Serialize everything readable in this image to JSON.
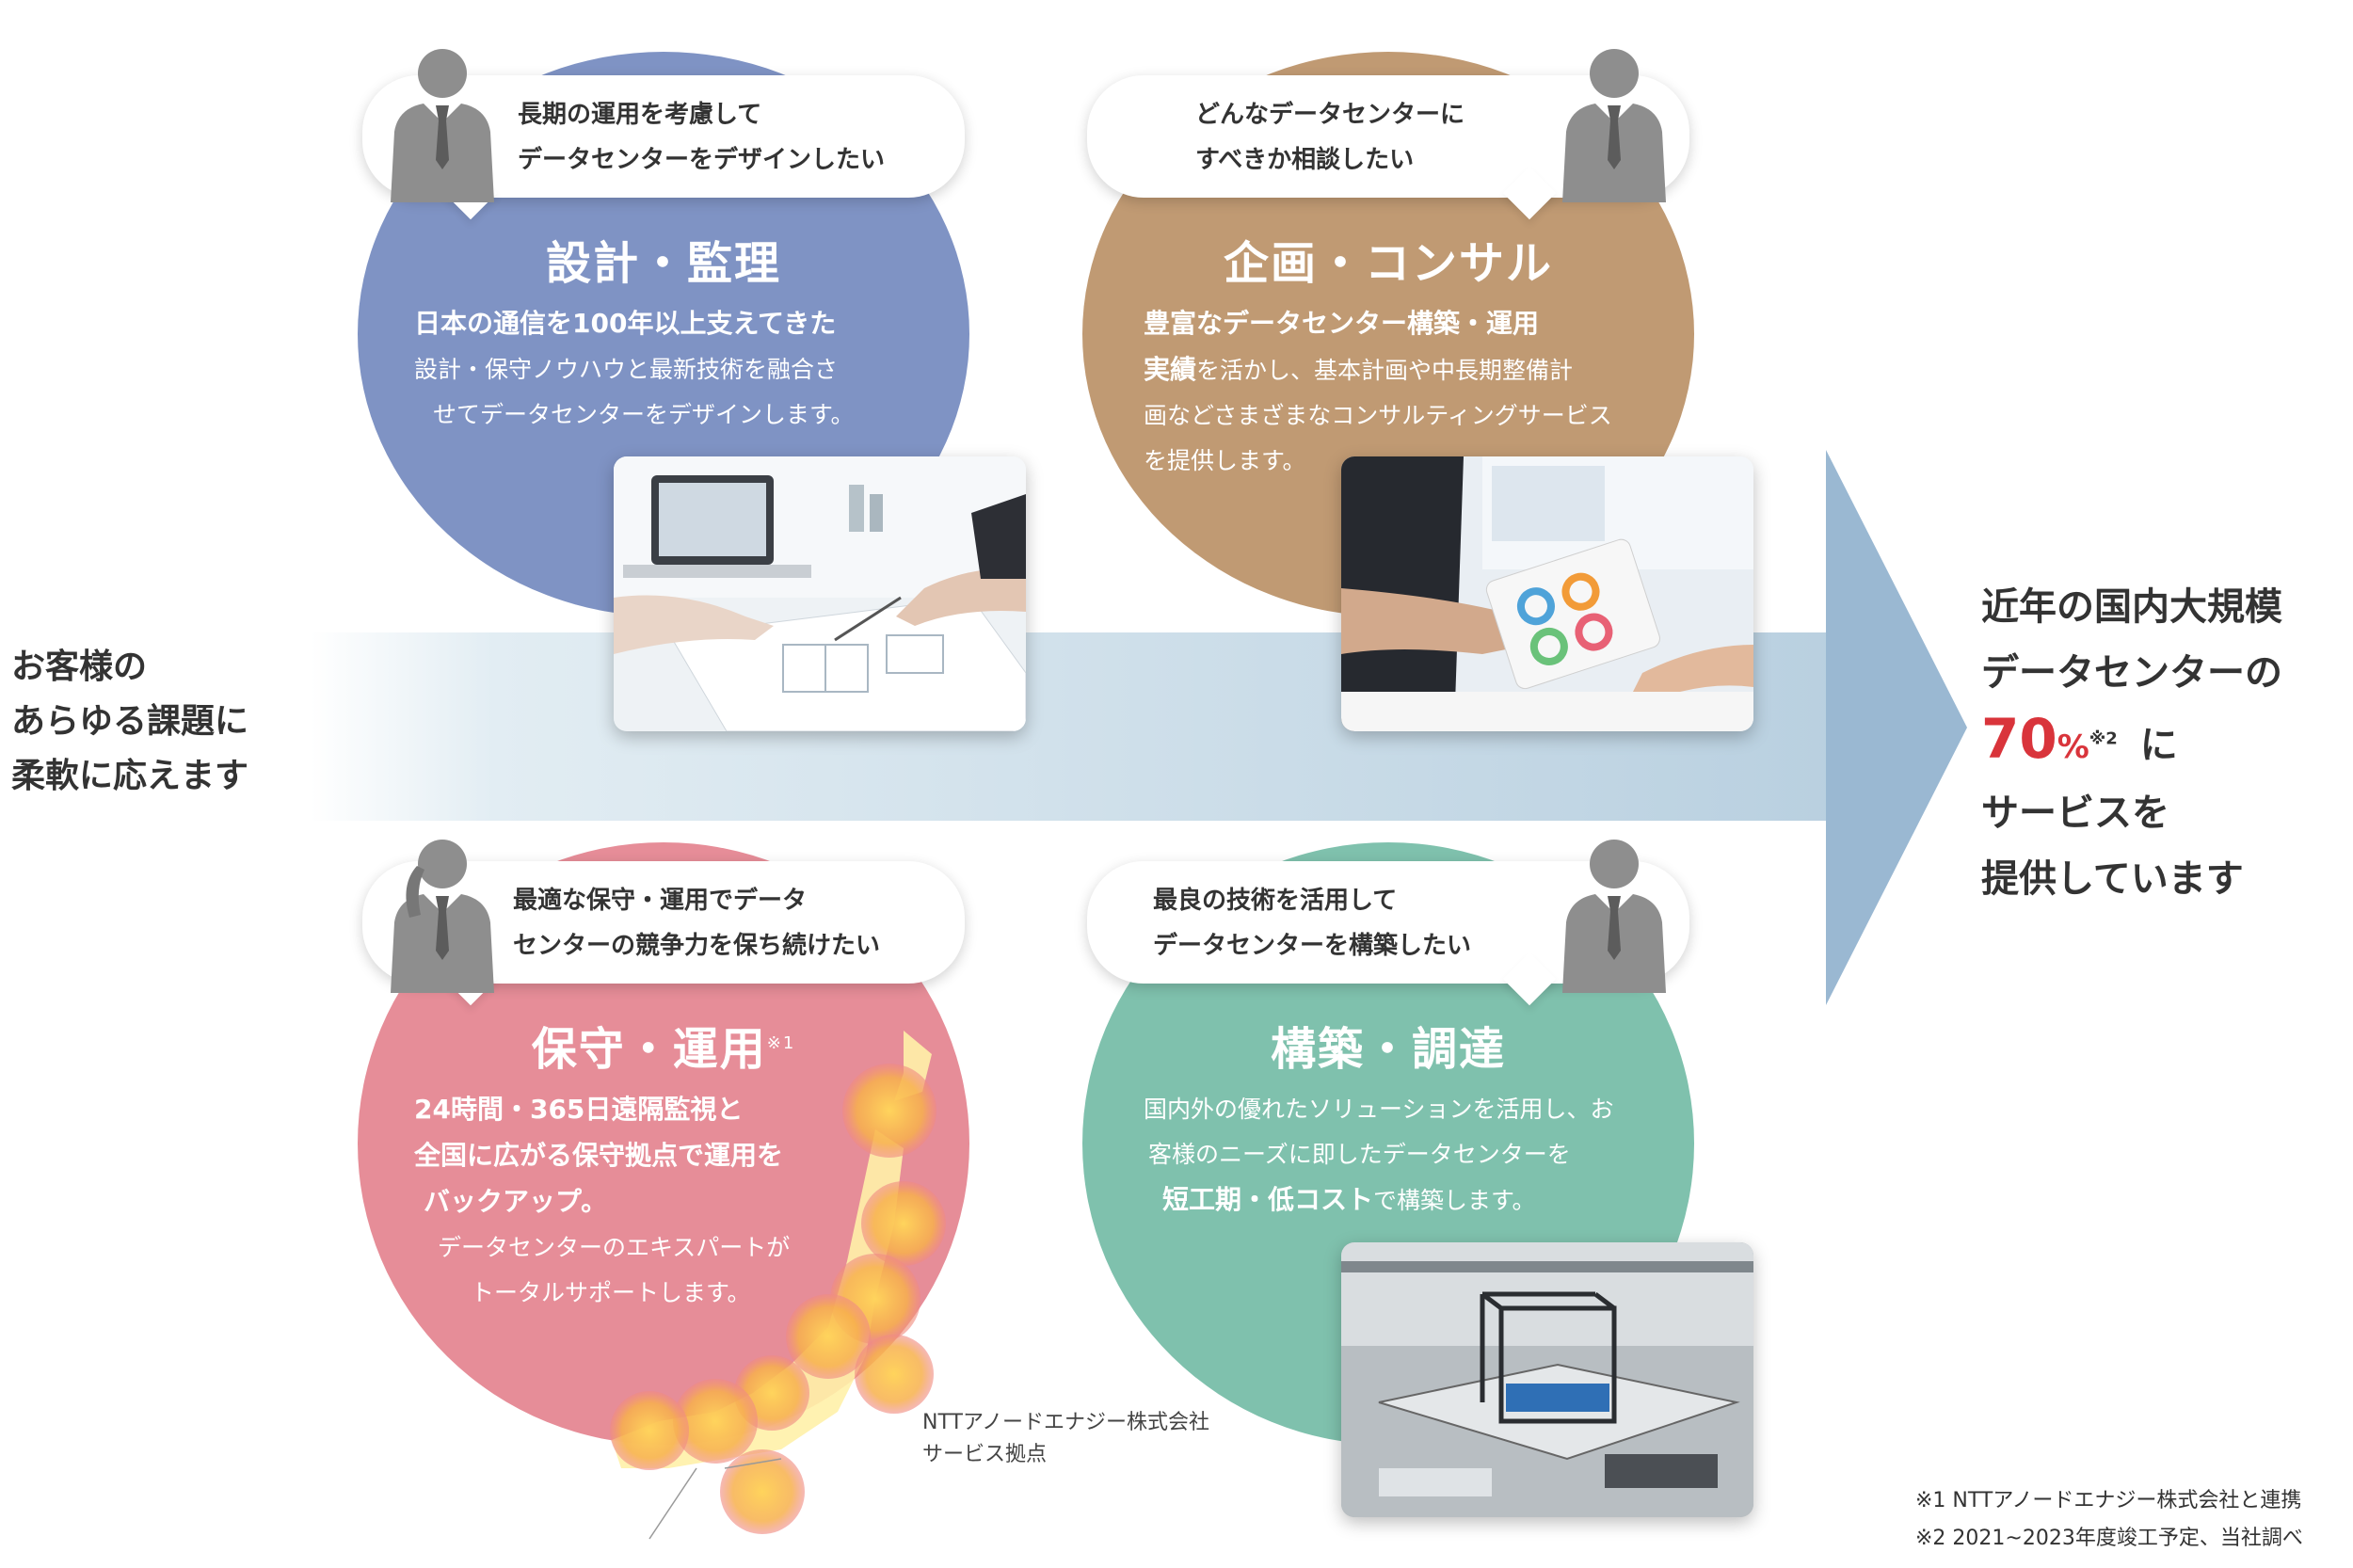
{
  "left_message": {
    "line1": "お客様の",
    "line2": "あらゆる課題に",
    "line3": "柔軟に応えます"
  },
  "right_message": {
    "line1": "近年の国内大規模",
    "line2": "データセンターの",
    "percent": "70",
    "percent_sign": "%",
    "note_mark": "※2",
    "line3_suffix": "に",
    "line4": "サービスを",
    "line5": "提供しています"
  },
  "design": {
    "bubble_line1": "長期の運用を考慮して",
    "bubble_line2": "データセンターをデザインしたい",
    "title": "設計・監理",
    "desc_bold": "日本の通信を100年以上支えてきた",
    "desc_line2": "設計・保守ノウハウと最新技術を融合さ",
    "desc_line3": "せてデータセンターをデザインします。",
    "color": "#7f93c4"
  },
  "consult": {
    "bubble_line1": "どんなデータセンターに",
    "bubble_line2": "すべきか相談したい",
    "title": "企画・コンサル",
    "desc_bold1": "豊富なデータセンター構築・運用",
    "desc_bold2": "実績",
    "desc_line2_rest": "を活かし、基本計画や中長期整備計",
    "desc_line3": "画などさまざまなコンサルティングサービス",
    "desc_line4": "を提供します。",
    "color": "#c09a73"
  },
  "maintenance": {
    "bubble_line1": "最適な保守・運用でデータ",
    "bubble_line2": "センターの競争力を保ち続けたい",
    "title": "保守・運用",
    "title_note": "※1",
    "desc_bold1": "24時間・365日遠隔監視と",
    "desc_bold2": "全国に広がる保守拠点で運用を",
    "desc_bold3": "バックアップ。",
    "desc_line4": "データセンターのエキスパートが",
    "desc_line5": "トータルサポートします。",
    "color": "#e68d98"
  },
  "construction": {
    "bubble_line1": "最良の技術を活用して",
    "bubble_line2": "データセンターを構築したい",
    "title": "構築・調達",
    "desc_line1": "国内外の優れたソリューションを活用し、お",
    "desc_line2": "客様のニーズに即したデータセンターを",
    "desc_bold": "短工期・低コスト",
    "desc_line3_rest": "で構築します。",
    "color": "#7fc1ad"
  },
  "map_label": {
    "line1": "NTTアノードエナジー株式会社",
    "line2": "サービス拠点"
  },
  "footnotes": {
    "note1": "※1 NTTアノードエナジー株式会社と連携",
    "note2": "※2 2021~2023年度竣工予定、当社調べ"
  }
}
